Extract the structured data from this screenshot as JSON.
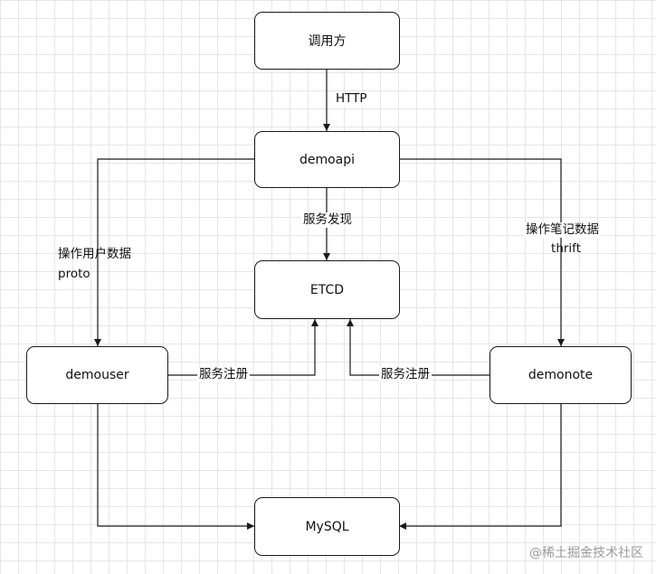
{
  "nodes": {
    "caller": "调用方",
    "demoapi": "demoapi",
    "etcd": "ETCD",
    "demouser": "demouser",
    "demonote": "demonote",
    "mysql": "MySQL"
  },
  "edges": {
    "http": "HTTP",
    "service_discovery": "服务发现",
    "user_data_line1": "操作用户数据",
    "user_data_line2": "proto",
    "note_data_line1": "操作笔记数据",
    "note_data_line2": "thrift",
    "register_left": "服务注册",
    "register_right": "服务注册"
  },
  "watermark": "@稀土掘金技术社区",
  "colors": {
    "line": "#1a1a1a",
    "grid": "#e6e6e6",
    "background": "#ffffff",
    "watermark": "#9a9a9a"
  }
}
